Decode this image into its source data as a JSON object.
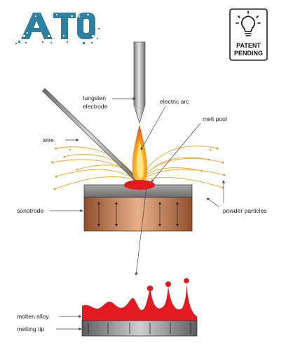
{
  "logo": {
    "text": "ATO"
  },
  "badge": {
    "line1": "PATENT",
    "line2": "PENDING",
    "icon": "lightbulb-icon"
  },
  "labels": {
    "tungsten_line1": "tungsten",
    "tungsten_line2": "electrode",
    "electric_arc": "electric arc",
    "melt_pool": "melt pool",
    "wire": "wire",
    "sonotrode": "sonotrode",
    "powder_particles": "powder particles",
    "molten_alloy": "molten alloy",
    "melting_tip": "melting tip"
  },
  "colors": {
    "logo": "#2f7f9e",
    "copper": "#c07a4e",
    "steel": "#8a8a8a",
    "molten": "#e21b23",
    "flame": "#f7a81b",
    "powder": "#f2b13c"
  }
}
